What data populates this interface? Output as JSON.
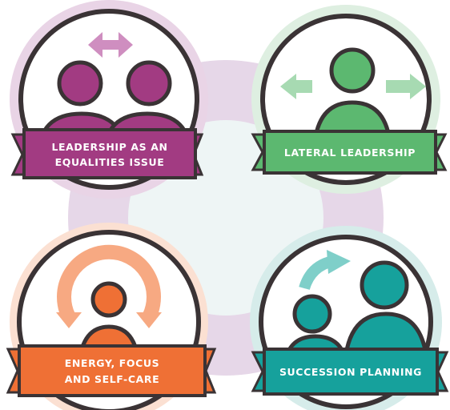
{
  "badges": [
    {
      "id": "equalities",
      "label_lines": [
        "LEADERSHIP AS AN",
        "EQUALITIES ISSUE"
      ],
      "color": "#a23b82",
      "light_color": "#cf8ec0",
      "ring_color": "#e9d4e6"
    },
    {
      "id": "lateral",
      "label_lines": [
        "LATERAL LEADERSHIP"
      ],
      "color": "#5cb870",
      "light_color": "#a7dab2",
      "ring_color": "#deefe1"
    },
    {
      "id": "energy",
      "label_lines": [
        "ENERGY, FOCUS",
        "AND SELF-CARE"
      ],
      "color": "#ef7035",
      "light_color": "#f7a982",
      "ring_color": "#fbe0d2"
    },
    {
      "id": "succession",
      "label_lines": [
        "SUCCESSION PLANNING"
      ],
      "color": "#16a19c",
      "light_color": "#7fcfc9",
      "ring_color": "#d6ecea"
    }
  ],
  "colors": {
    "outline": "#3a3335",
    "center_ring": "#e6d7e8",
    "center_fill": "#eef5f5"
  },
  "icons": [
    "double-arrow-icon",
    "two-people-icon",
    "left-right-arrows-icon",
    "person-icon",
    "circular-arrow-icon",
    "curved-arrow-icon"
  ]
}
